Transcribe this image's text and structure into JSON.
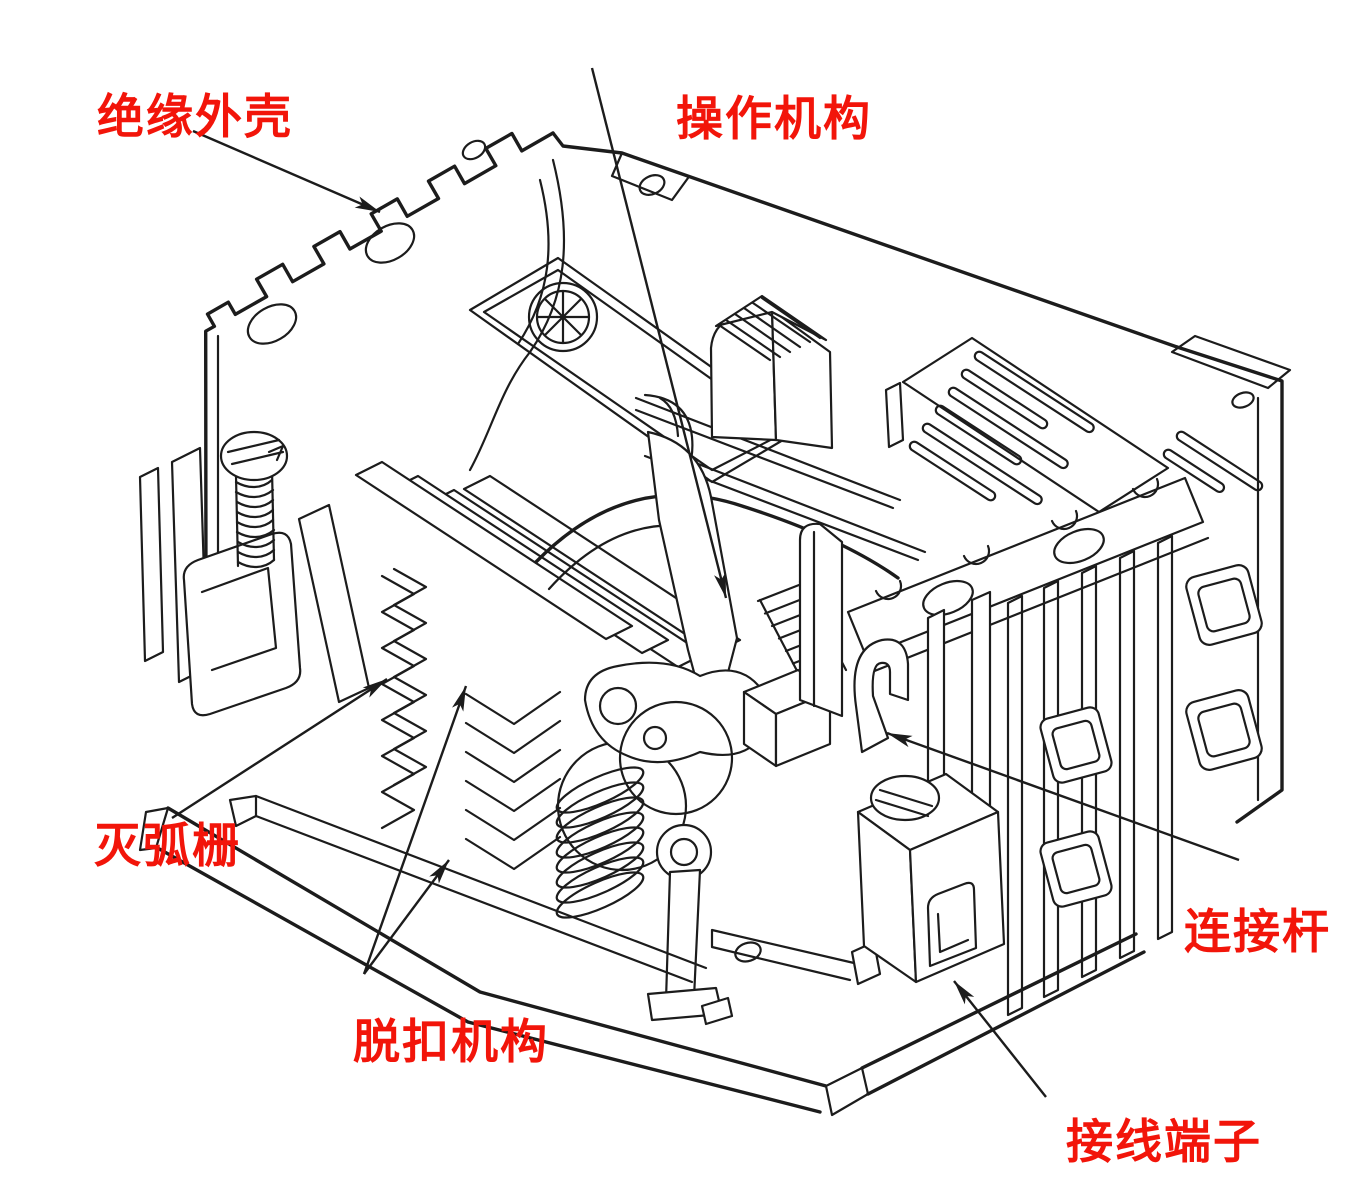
{
  "figure": {
    "labels": [
      {
        "id": "insulating-housing",
        "text": "绝缘外壳"
      },
      {
        "id": "operating-mechanism",
        "text": "操作机构"
      },
      {
        "id": "arc-chute",
        "text": "灭弧栅"
      },
      {
        "id": "trip-mechanism",
        "text": "脱扣机构"
      },
      {
        "id": "connecting-rod",
        "text": "连接杆"
      },
      {
        "id": "wiring-terminal",
        "text": "接线端子"
      }
    ],
    "colors": {
      "label": "#f2150a",
      "line": "#1c1c1c",
      "background": "#ffffff"
    }
  }
}
